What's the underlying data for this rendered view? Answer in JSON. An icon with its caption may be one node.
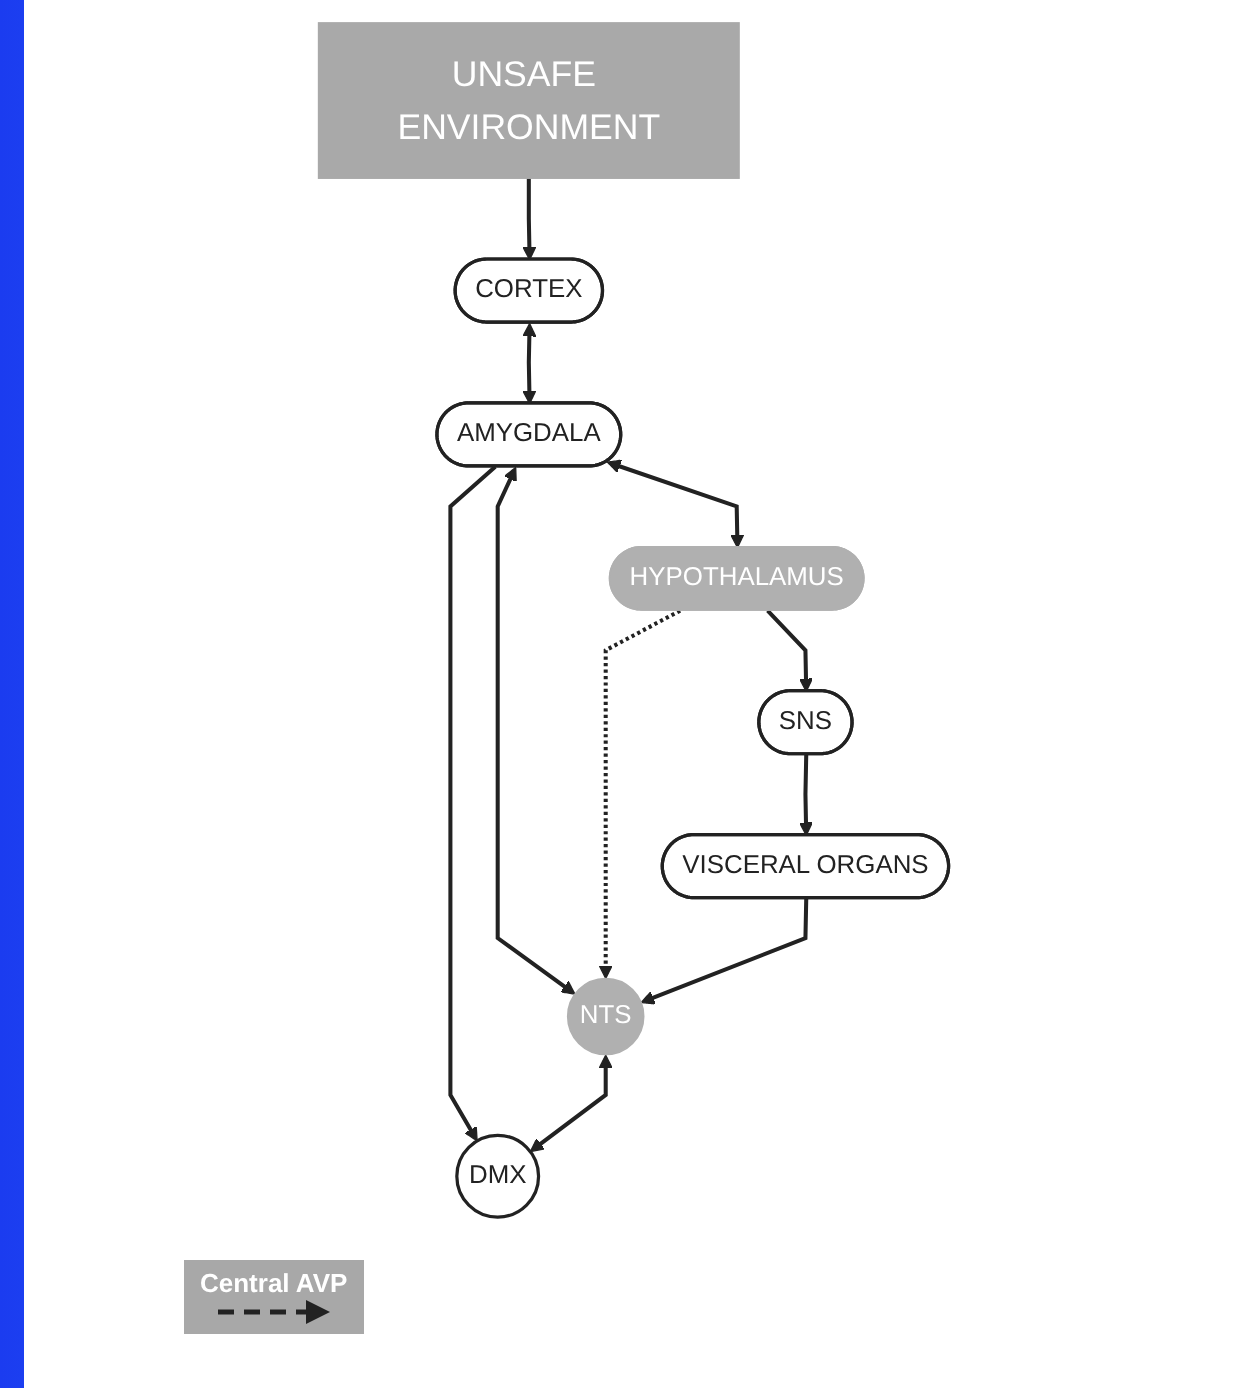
{
  "diagram": {
    "nodes": [
      {
        "text": [
          "UNSAFE ENVIRONMENT"
        ]
      },
      {
        "text": [
          "CORTEX"
        ]
      },
      {
        "text": [
          "AMYGDALA"
        ]
      },
      {
        "text": [
          "NTS"
        ]
      },
      {
        "text": [
          "DMX"
        ]
      },
      {
        "text": [
          "HYPOTHALAMUS"
        ]
      },
      {
        "text": [
          "SNS"
        ]
      },
      {
        "text": [
          "VISCERAL ORGANS"
        ]
      }
    ],
    "edges": [
      {
        "from": 0,
        "to": 1,
        "arrow": "to"
      },
      {
        "from": 1,
        "to": 2,
        "arrow": "both"
      },
      {
        "from": 2,
        "to": 4,
        "arrow": "to"
      },
      {
        "from": 2,
        "to": 3,
        "arrow": "both"
      },
      {
        "from": 3,
        "to": 4,
        "arrow": "both"
      },
      {
        "from": 2,
        "to": 5,
        "arrow": "both"
      },
      {
        "from": 5,
        "to": 3,
        "arrow": "to",
        "style": "dashed"
      },
      {
        "from": 5,
        "to": 6,
        "arrow": "to"
      },
      {
        "from": 6,
        "to": 7,
        "arrow": "to"
      },
      {
        "from": 7,
        "to": 3,
        "arrow": "to"
      }
    ],
    "legend": [
      {
        "text": "Central AVP"
      }
    ]
  }
}
